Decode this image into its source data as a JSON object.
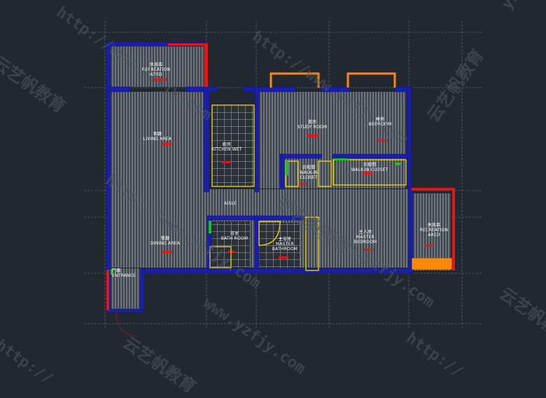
{
  "colors": {
    "background": "#212830",
    "wall": "#1b1fa8",
    "hatch": "#aeb3b8",
    "accent_red": "#e01818",
    "accent_orange": "#ff8a00",
    "accent_yellow": "#e8d000",
    "accent_green": "#18c418"
  },
  "rooms": {
    "recreation_top": "休息區\nRECREATION\nARED",
    "living": "客廳\nLIVING AREA",
    "kitchen": "廚房\nKITCHEN WET",
    "study": "書房\nSTUDY ROOM",
    "bedroom": "睡房\nBEDROOM",
    "walkin_left": "衣帽間\nWALK-IN\nCLOSET",
    "walkin_right": "衣帽間\nWALK-IN CLOSET",
    "aisle": "AISLE",
    "dining": "餐廳\nDINING AREA",
    "bath": "浴室\nBATH ROOM",
    "master_bath": "主浴室\nMASTER\nBATHROOM",
    "master_bedroom": "主人房\nMASTER\nBEDROOM",
    "recreation_right": "休息區\nRECREATION\nARED",
    "entrance": "門廳\nENTRANCE"
  },
  "watermarks": {
    "url_a": "http://www.yzfjy.com",
    "url_b": "www.yzfjy.com",
    "url_c": "http://",
    "url_d": "yzfjy",
    "cn": "云艺帆教育"
  }
}
